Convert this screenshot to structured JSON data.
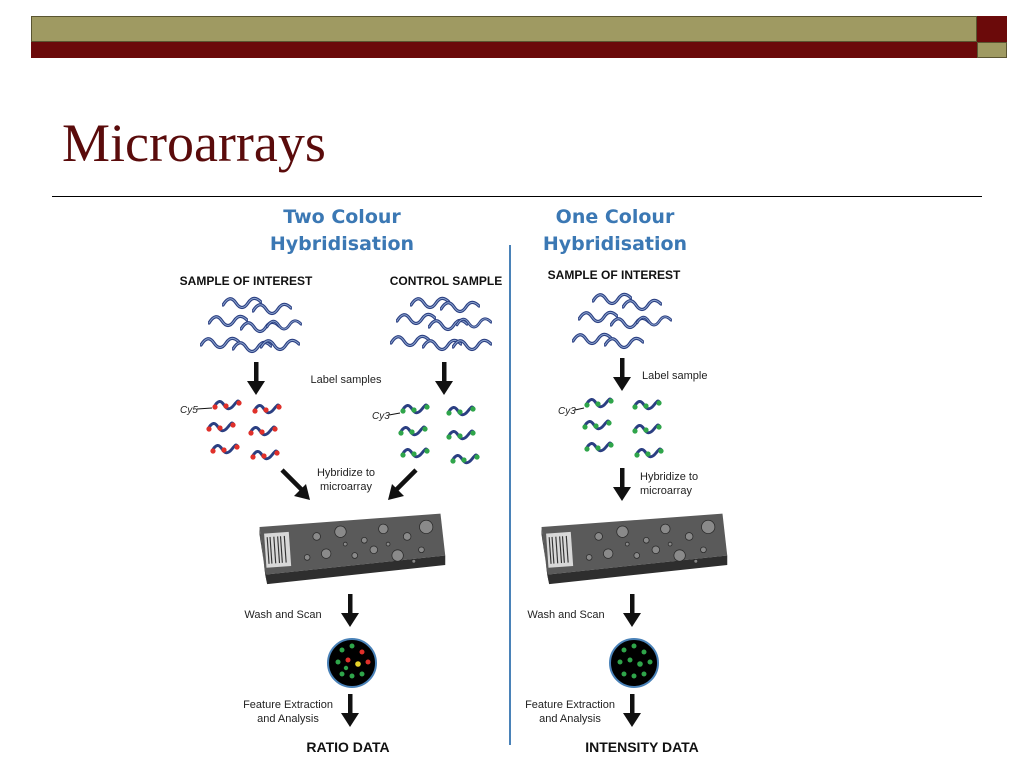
{
  "slide": {
    "title": "Microarrays"
  },
  "diagram": {
    "two_colour": {
      "heading_line1": "Two Colour",
      "heading_line2": "Hybridisation",
      "sample_of_interest": "SAMPLE OF INTEREST",
      "control_sample": "CONTROL SAMPLE",
      "label_step": "Label samples",
      "cy5": "Cy5",
      "cy3": "Cy3",
      "hybridize_line1": "Hybridize to",
      "hybridize_line2": "microarray",
      "wash_scan": "Wash and Scan",
      "feature_line1": "Feature Extraction",
      "feature_line2": "and Analysis",
      "result": "RATIO DATA"
    },
    "one_colour": {
      "heading_line1": "One Colour",
      "heading_line2": "Hybridisation",
      "sample_of_interest": "SAMPLE OF INTEREST",
      "label_step": "Label sample",
      "cy3": "Cy3",
      "hybridize_line1": "Hybridize to",
      "hybridize_line2": "microarray",
      "wash_scan": "Wash and Scan",
      "feature_line1": "Feature Extraction",
      "feature_line2": "and Analysis",
      "result": "INTENSITY DATA"
    },
    "colors": {
      "heading": "#3b78b4",
      "cy5_dye": "#e0302a",
      "cy3_dye": "#2fa54a",
      "title": "#5a0b0b",
      "bar_olive": "#9f9a62",
      "bar_maroon": "#6b0a0a"
    }
  }
}
